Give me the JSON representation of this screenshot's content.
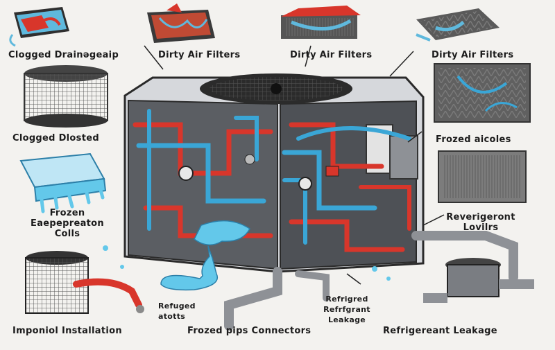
{
  "labels": {
    "top1": "Clogged Drainəgeaip",
    "top2": "Dirty Air Filters",
    "top3": "Dirty Air Filters",
    "top4": "Dirty Air Filters",
    "left_mid": "Clogged Dlosted",
    "frozen_coils": "Frozen\nEaepepreaton\nColls",
    "right_mid": "Frozed aicoles",
    "right_lower": "Reverigeront\nLovilrs",
    "refuged": "Refuged\natotts",
    "center_leak": "Refrigred\nRefrfgrant\nLeakage",
    "bottom1": "Imponiol Installation",
    "bottom2": "Frozed pips Connectors",
    "bottom3": "Refrigereant Leakage"
  },
  "colors": {
    "background": "#f3f2ef",
    "hot_pipe": "#d8362b",
    "cold_pipe": "#3aa6d6",
    "water": "#63c8ea",
    "frame": "#c9ccd1",
    "outline": "#2a2a2a"
  }
}
